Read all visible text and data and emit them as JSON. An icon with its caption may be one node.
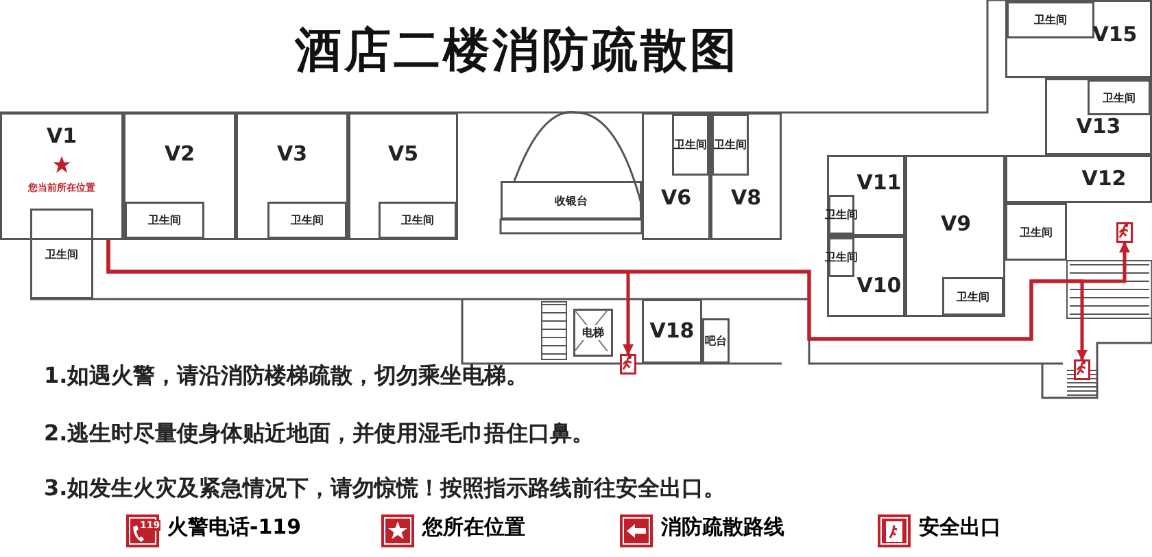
{
  "diagram": {
    "title": "酒店二楼消防疏散图",
    "nodes": [
      {
        "text": [
          "V1",
          "您当前所在位置"
        ]
      },
      {
        "text": [
          "卫生间"
        ]
      },
      {
        "text": [
          "V2"
        ]
      },
      {
        "text": [
          "卫生间"
        ],
        "in": 2
      },
      {
        "text": [
          "V3"
        ]
      },
      {
        "text": [
          "卫生间"
        ],
        "in": 4
      },
      {
        "text": [
          "V5"
        ]
      },
      {
        "text": [
          "卫生间"
        ],
        "in": 6
      },
      {
        "text": [
          "收银台"
        ]
      },
      {
        "text": [
          "V6"
        ]
      },
      {
        "text": [
          "卫生间"
        ],
        "in": 9
      },
      {
        "text": [
          "V8"
        ]
      },
      {
        "text": [
          "卫生间"
        ],
        "in": 11
      },
      {
        "text": [
          "V11"
        ]
      },
      {
        "text": [
          "卫生间"
        ],
        "in": 13
      },
      {
        "text": [
          "V10"
        ]
      },
      {
        "text": [
          "卫生间"
        ],
        "in": 15
      },
      {
        "text": [
          "V9"
        ]
      },
      {
        "text": [
          "卫生间"
        ],
        "in": 17
      },
      {
        "text": [
          "V15"
        ]
      },
      {
        "text": [
          "卫生间"
        ],
        "in": 19
      },
      {
        "text": [
          "V13"
        ]
      },
      {
        "text": [
          "卫生间"
        ],
        "in": 21
      },
      {
        "text": [
          "V12"
        ]
      },
      {
        "text": [
          "卫生间"
        ]
      },
      {
        "text": [
          "电梯"
        ]
      },
      {
        "text": [
          "V18"
        ]
      },
      {
        "text": [
          "吧台"
        ]
      },
      {
        "text": [],
        "shape": "picture"
      },
      {
        "text": [],
        "shape": "picture"
      },
      {
        "text": [],
        "shape": "picture"
      }
    ],
    "edges": [
      {
        "from": 0,
        "to": 28,
        "arrow": "to"
      },
      {
        "from": 0,
        "to": 29,
        "arrow": "to"
      },
      {
        "from": 0,
        "to": 30,
        "arrow": "to"
      }
    ],
    "labels": [
      "1.如遇火警，请沿消防楼梯疏散，切勿乘坐电梯。",
      "2.逃生时尽量使身体贴近地面，并使用湿毛巾捂住口鼻。",
      "3.如发生火灾及紧急情况下，请勿惊慌！按照指示路线前往安全出口。",
      "119"
    ],
    "legend": [
      {
        "text": "火警电话-119"
      },
      {
        "text": "您所在位置"
      },
      {
        "text": "消防疏散路线"
      },
      {
        "text": "安全出口"
      }
    ]
  }
}
